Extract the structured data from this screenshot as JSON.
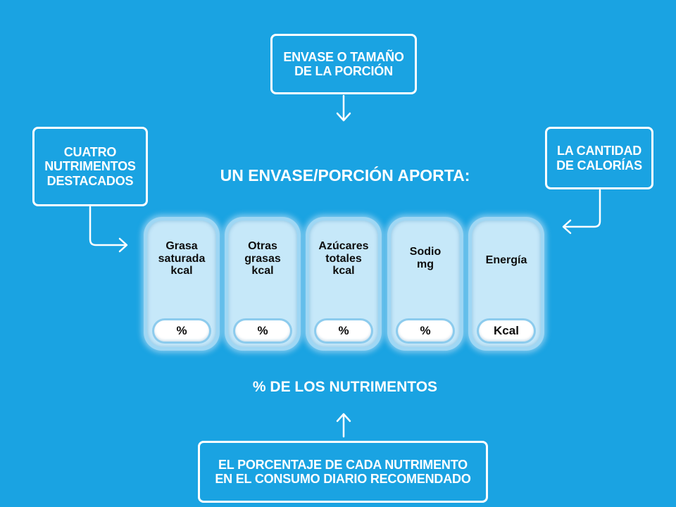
{
  "callouts": {
    "top": {
      "lines": [
        "ENVASE O TAMAÑO",
        "DE LA PORCIÓN"
      ]
    },
    "left": {
      "lines": [
        "CUATRO",
        "NUTRIMENTOS",
        "DESTACADOS"
      ]
    },
    "right": {
      "lines": [
        "LA CANTIDAD",
        "DE CALORÍAS"
      ]
    },
    "bottom": {
      "lines": [
        "EL PORCENTAJE DE CADA NUTRIMENTO",
        "EN EL CONSUMO DIARIO RECOMENDADO"
      ]
    }
  },
  "headline_top": "UN ENVASE/PORCIÓN APORTA:",
  "headline_bottom": "% DE LOS NUTRIMENTOS",
  "seals": [
    {
      "lines": [
        "Grasa",
        "saturada",
        "kcal"
      ],
      "value": "%"
    },
    {
      "lines": [
        "Otras",
        "grasas",
        "kcal"
      ],
      "value": "%"
    },
    {
      "lines": [
        "Azúcares",
        "totales",
        "kcal"
      ],
      "value": "%"
    },
    {
      "lines": [
        "Sodio",
        "mg"
      ],
      "value": "%"
    },
    {
      "lines": [
        "Energía"
      ],
      "value": "Kcal"
    }
  ],
  "colors": {
    "background": "#1aa3e2",
    "seal": "#c6e8f9",
    "text_light": "#ffffff",
    "text_dark": "#0d0d0d"
  }
}
